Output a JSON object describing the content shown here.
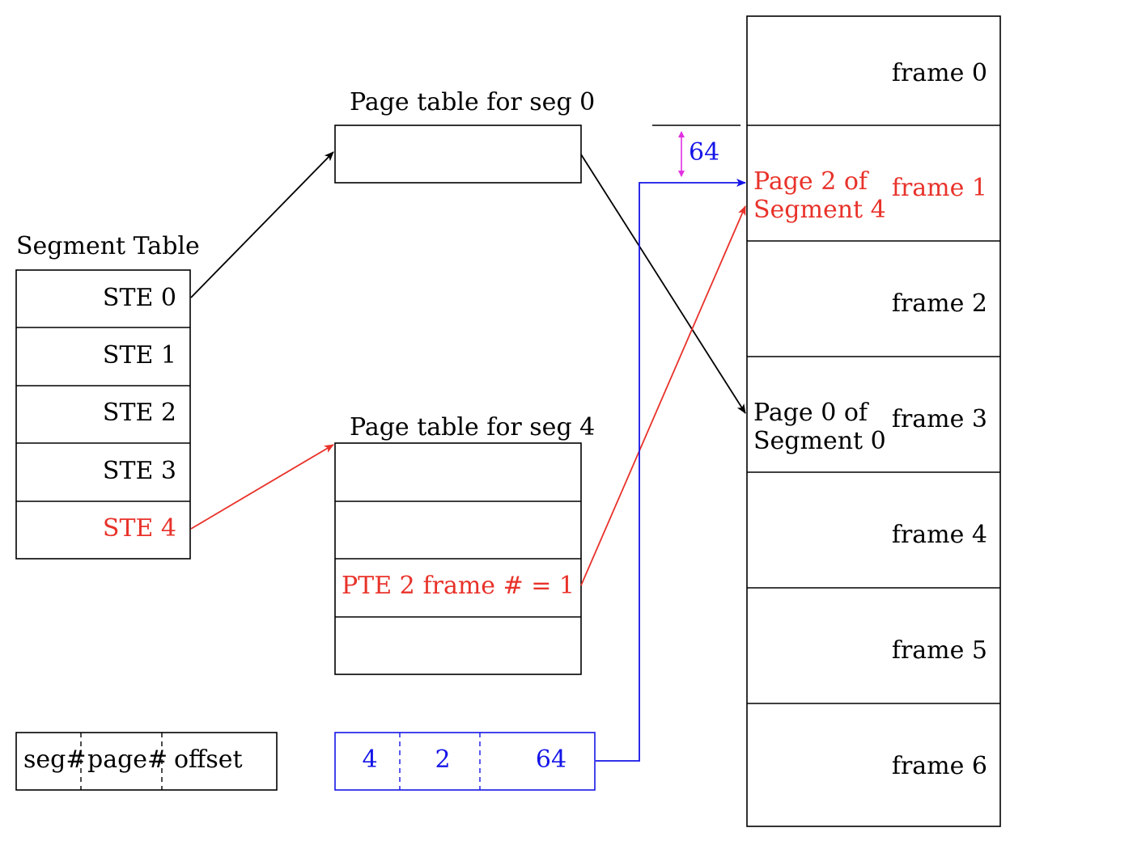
{
  "colors": {
    "black": "#000000",
    "red": "#e8322a",
    "blue": "#1515e8",
    "magenta": "#e030e0"
  },
  "segment_table": {
    "title": "Segment Table",
    "entries": [
      "STE 0",
      "STE 1",
      "STE 2",
      "STE 3",
      "STE 4"
    ]
  },
  "page_table_seg0": {
    "title": "Page table for seg 0"
  },
  "page_table_seg4": {
    "title": "Page table for seg 4",
    "pte_label": "PTE 2",
    "frame_label": "frame # = 1"
  },
  "address_format": {
    "fields": [
      "seg#",
      "page#",
      "offset"
    ]
  },
  "address_example": {
    "values": [
      "4",
      "2",
      "64"
    ]
  },
  "offset_marker": "64",
  "frames": [
    "frame 0",
    "frame 1",
    "frame 2",
    "frame 3",
    "frame 4",
    "frame 5",
    "frame 6"
  ],
  "frame1_contents": [
    "Page 2 of",
    "Segment 4"
  ],
  "frame3_contents": [
    "Page 0 of",
    "Segment 0"
  ]
}
